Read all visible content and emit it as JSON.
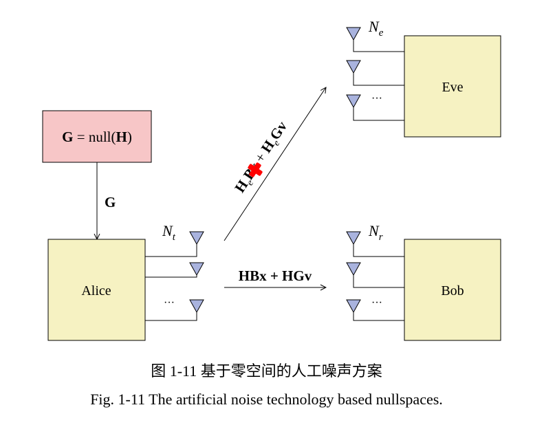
{
  "diagram": {
    "alice_label": "Alice",
    "bob_label": "Bob",
    "eve_label": "Eve",
    "g_box_label": "G = null(H)",
    "g_edge_label": "G",
    "nt_label": "N",
    "nt_sub": "t",
    "nr_label": "N",
    "nr_sub": "r",
    "ne_label": "N",
    "ne_sub": "e",
    "ellipsis": "···",
    "bob_signal_label": "HBx + HGv",
    "eve_signal_label": "H_eBx + H_eGv",
    "colors": {
      "terminal_fill": "#f6f2c2",
      "g_box_fill": "#f7c6c7",
      "antenna_fill": "#a9b3de",
      "cross": "#ff0000"
    }
  },
  "caption": {
    "cn": "图 1-11  基于零空间的人工噪声方案",
    "en": "Fig. 1-11  The artificial noise technology based nullspaces."
  }
}
